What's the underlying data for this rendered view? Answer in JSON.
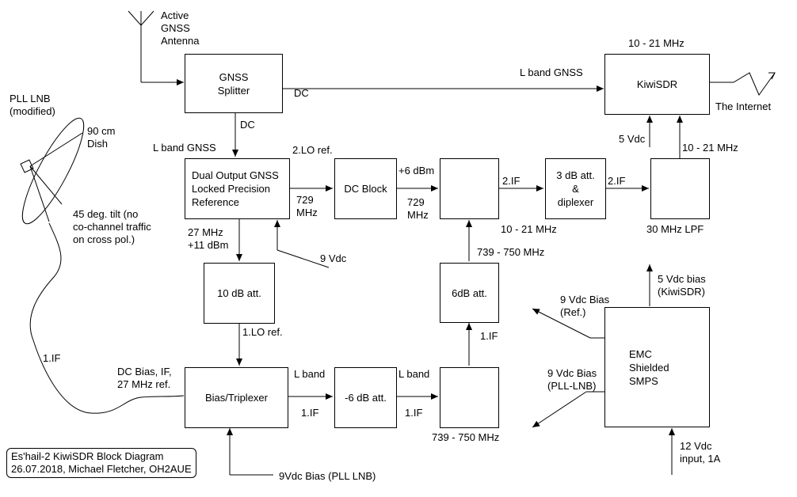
{
  "blocks": {
    "gnss_splitter": "GNSS\nSplitter",
    "kiwisdr": "KiwiSDR",
    "dual_ref": "Dual Output GNSS\nLocked Precision\nReference",
    "dc_block": "DC Block",
    "att_3db": "3 dB att.\n&\ndiplexer",
    "att_10db": "10 dB att.",
    "att_6db": "6dB att.",
    "bias_triplexer": "Bias/Triplexer",
    "att_m6db": "-6 dB att.",
    "smps": "EMC\nShielded\nSMPS"
  },
  "labels": {
    "antenna": "Active\nGNSS\nAntenna",
    "pll_lnb": "PLL LNB\n(modified)",
    "dish": "90 cm\nDish",
    "tilt": "45 deg. tilt (no\nco-channel traffic\non cross pol.)",
    "if1": "1.IF",
    "dc_bias": "DC Bias, IF,\n27 MHz ref.",
    "lband_gnss_top": "L band GNSS",
    "dc_right": "DC",
    "dc_below": "DC",
    "lband_gnss_left": "L band GNSS",
    "lo2_ref": "2.LO ref.",
    "mhz729_a": "729\nMHz",
    "mhz729_b": "729\nMHz",
    "plus6dbm": "+6 dBm",
    "if2_a": "2.IF",
    "if2_b": "2.IF",
    "range_top": "10  - 21 MHz",
    "range_mid": "10  - 21 MHz",
    "range_lpf_out": "10  - 21 MHz",
    "vdc5": "5 Vdc",
    "internet": "The Internet",
    "lpf30": "30 MHz LPF",
    "mhz27": "27 MHz\n+11 dBm",
    "vdc9": "9 Vdc",
    "range739_a": "739 - 750 MHz",
    "range739_b": "739 - 750 MHz",
    "lo1_ref": "1.LO ref.",
    "if1_b": "1.IF",
    "lband_a": "L band",
    "lband_b": "L band",
    "if1_c": "1.IF",
    "if1_d": "1.IF",
    "bias9_ref": "9 Vdc Bias\n(Ref.)",
    "bias9_lnb": "9 Vdc Bias\n(PLL-LNB)",
    "bias5_kiwi": "5 Vdc bias\n(KiwiSDR)",
    "vdc12": "12 Vdc\ninput, 1A",
    "bias9_pll_bottom": "9Vdc Bias (PLL LNB)"
  },
  "title": "Es'hail-2 KiwiSDR Block Diagram\n26.07.2018, Michael Fletcher, OH2AUE"
}
